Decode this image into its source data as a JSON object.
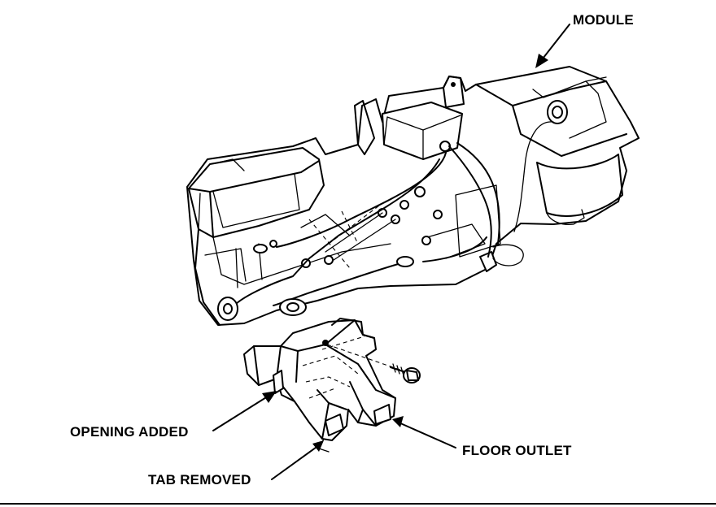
{
  "labels": {
    "module": "MODULE",
    "opening_added": "OPENING ADDED",
    "floor_outlet": "FLOOR OUTLET",
    "tab_removed": "TAB REMOVED"
  },
  "colors": {
    "ink": "#000000",
    "paper": "#ffffff"
  }
}
